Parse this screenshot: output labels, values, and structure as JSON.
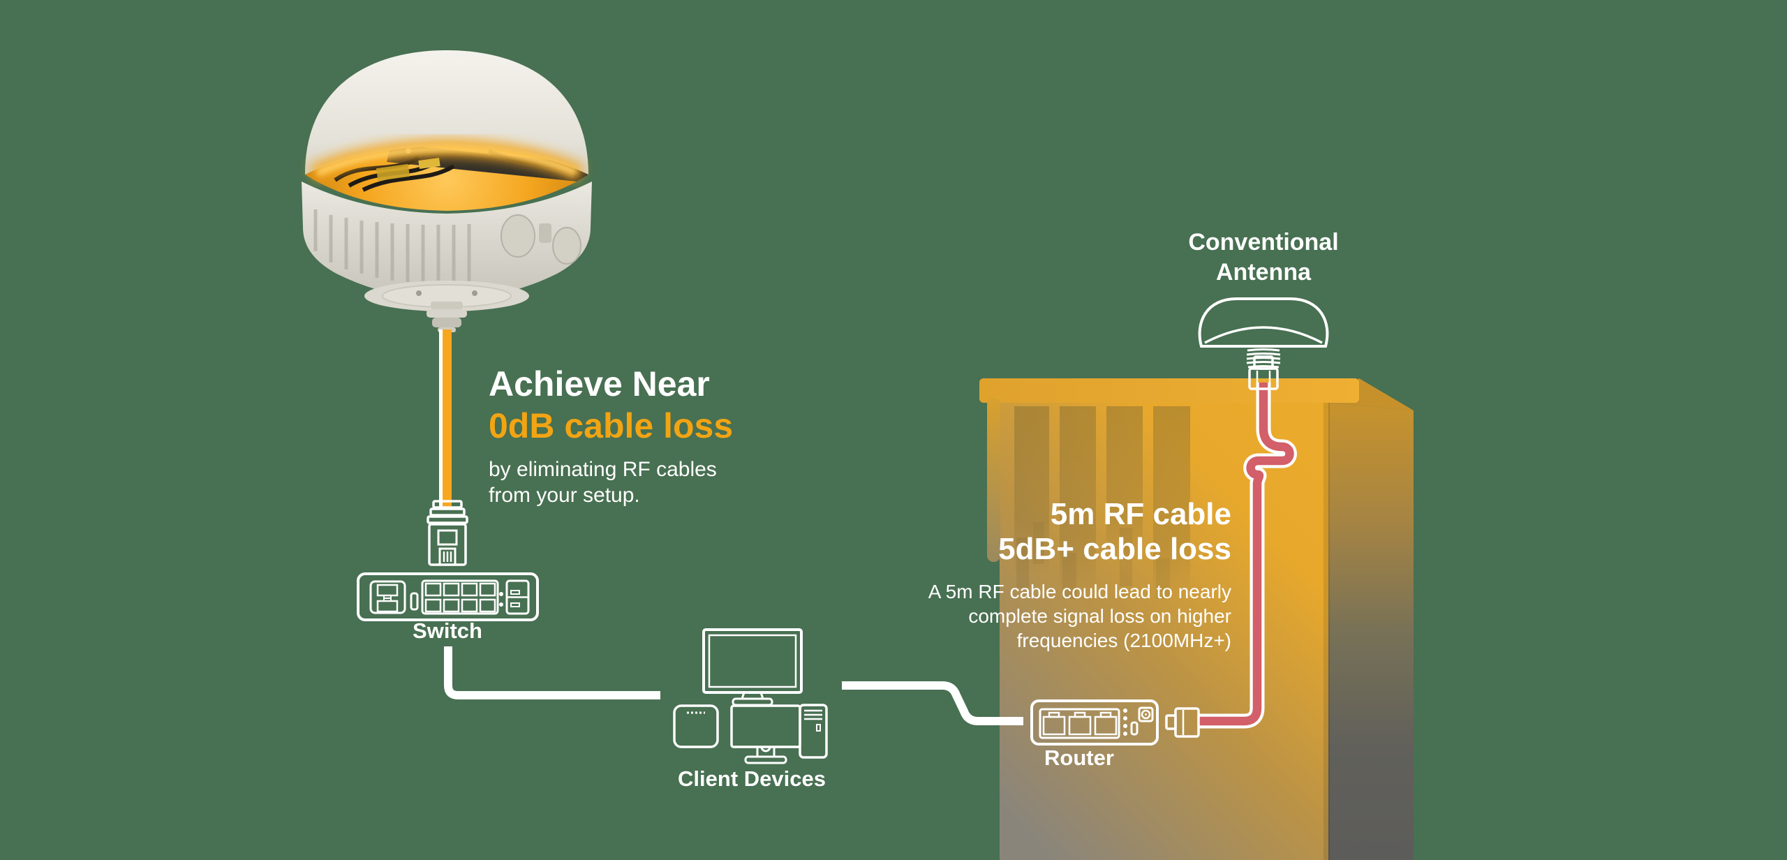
{
  "scene": {
    "background_color": "#487052",
    "accent_orange": "#F2A413",
    "building_amber": "#E8A82C",
    "building_side_gray": "#5C5C5A",
    "cable_yellow": "#F7A71F",
    "cable_red": "#D25F69",
    "line_white": "#FFFFFF"
  },
  "left_callout": {
    "heading_white": "Achieve Near",
    "heading_accent": "0dB cable loss",
    "body_lines": [
      "by eliminating RF cables",
      "from your setup."
    ]
  },
  "right_callout": {
    "heading_lines": [
      "5m RF cable",
      "5dB+ cable loss"
    ],
    "body_lines": [
      "A 5m RF cable could lead to nearly",
      "complete signal loss on higher",
      "frequencies (2100MHz+)"
    ]
  },
  "labels": {
    "switch": "Switch",
    "client_devices": "Client Devices",
    "router": "Router",
    "conventional_antenna_lines": [
      "Conventional",
      "Antenna"
    ]
  }
}
